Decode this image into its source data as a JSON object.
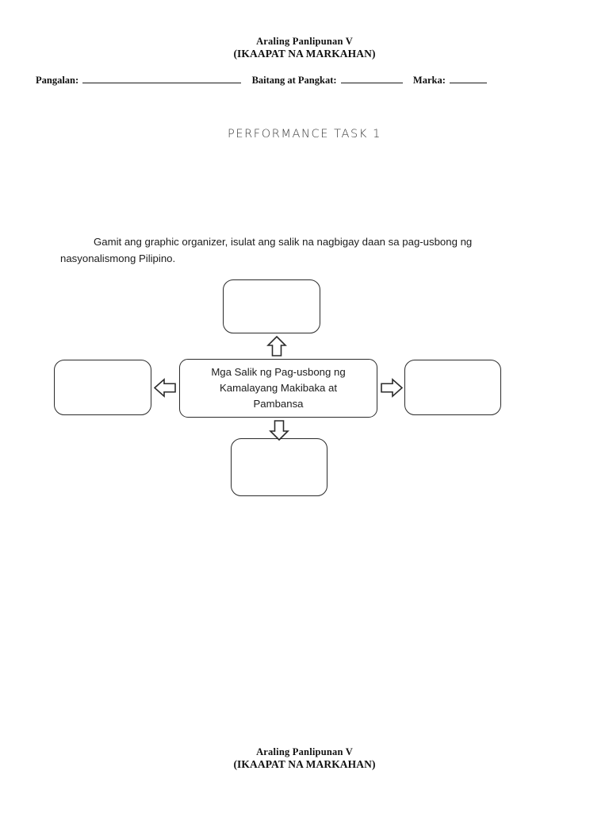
{
  "document": {
    "header": {
      "title_line1": "Araling Panlipunan V",
      "title_line2": "(IKAAPAT NA MARKAHAN)"
    },
    "footer": {
      "title_line1": "Araling Panlipunan V",
      "title_line2": "(IKAAPAT NA MARKAHAN)"
    },
    "identity_line": {
      "name_label": "Pangalan:",
      "name_value": "",
      "section_label": "Baitang at Pangkat:",
      "section_value": "",
      "grade_label": "Marka:",
      "grade_value": ""
    },
    "task_title": "PERFORMANCE TASK 1",
    "instructions": "Gamit ang graphic organizer, isulat ang salik na nagbigay daan sa pag-usbong ng nasyonalismong Pilipino."
  },
  "organizer": {
    "center": {
      "text": "Mga Salik ng Pag-usbong ng Kamalayang Makibaka at Pambansa",
      "line1": "Mga Salik ng Pag-usbong ng",
      "line2": "Kamalayang Makibaka at",
      "line3": "Pambansa"
    },
    "branches": [
      {
        "position": "top",
        "text": "",
        "arrow": "arrow-up-icon"
      },
      {
        "position": "left",
        "text": "",
        "arrow": "arrow-left-icon"
      },
      {
        "position": "right",
        "text": "",
        "arrow": "arrow-right-icon"
      },
      {
        "position": "bottom",
        "text": "",
        "arrow": "arrow-down-icon"
      }
    ]
  },
  "colors": {
    "page_background": "#ffffff",
    "text": "#1c1c1c",
    "heading": "#111111",
    "stroke": "#2b2b2b",
    "task_title": "#3a3a3a"
  }
}
